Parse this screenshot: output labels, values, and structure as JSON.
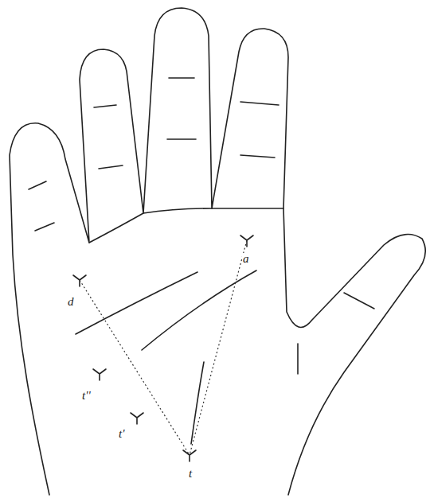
{
  "diagram": {
    "labels": [
      "a",
      "d",
      "t''",
      "t'",
      "t"
    ]
  }
}
